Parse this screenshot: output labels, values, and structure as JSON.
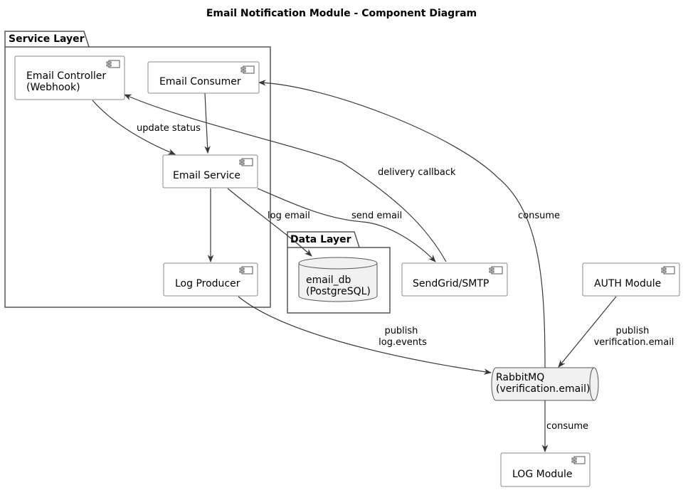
{
  "diagram": {
    "title": "Email Notification Module - Component Diagram",
    "packages": {
      "service_layer": "Service Layer",
      "data_layer": "Data Layer"
    },
    "components": {
      "email_controller": [
        "Email Controller",
        "(Webhook)"
      ],
      "email_consumer": [
        "Email Consumer"
      ],
      "email_service": [
        "Email Service"
      ],
      "log_producer": [
        "Log Producer"
      ],
      "sendgrid": [
        "SendGrid/SMTP"
      ],
      "auth_module": [
        "AUTH Module"
      ],
      "log_module": [
        "LOG Module"
      ]
    },
    "database": {
      "email_db": [
        "email_db",
        "(PostgreSQL)"
      ]
    },
    "queue": {
      "rabbitmq": [
        "RabbitMQ",
        "(verification.email)"
      ]
    },
    "edges": {
      "update_status": [
        "update status"
      ],
      "delivery_callback": [
        "delivery callback"
      ],
      "consume_top": [
        "consume"
      ],
      "log_email": [
        "log email"
      ],
      "send_email": [
        "send email"
      ],
      "publish_log": [
        "publish",
        "log.events"
      ],
      "publish_verification": [
        "publish",
        "verification.email"
      ],
      "consume_bottom": [
        "consume"
      ]
    }
  }
}
